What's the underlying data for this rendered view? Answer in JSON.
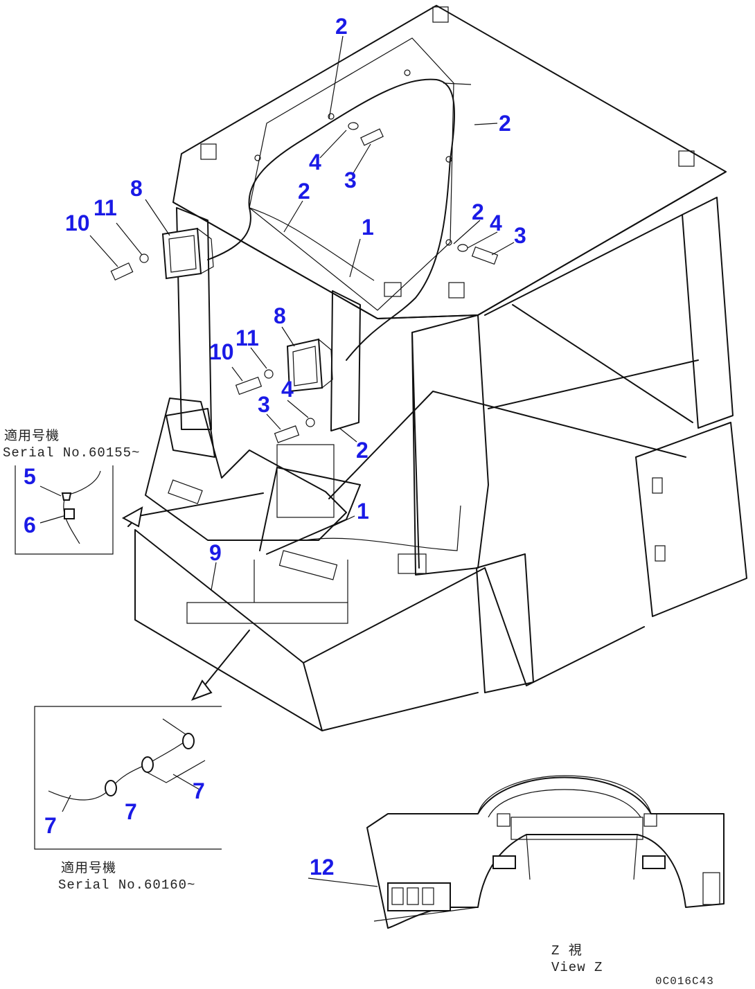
{
  "callouts": {
    "c2a": "2",
    "c2b": "2",
    "c4a": "4",
    "c3a": "3",
    "c2c": "2",
    "c8a": "8",
    "c11a": "11",
    "c10a": "10",
    "c1a": "1",
    "c2d": "2",
    "c4b": "4",
    "c3b": "3",
    "c8b": "8",
    "c11b": "11",
    "c10b": "10",
    "c4c": "4",
    "c3c": "3",
    "c2e": "2",
    "c5": "5",
    "c6": "6",
    "c1b": "1",
    "c9": "9",
    "c7a": "7",
    "c7b": "7",
    "c7c": "7",
    "c12": "12"
  },
  "notes": {
    "serial_top_jp": "適用号機",
    "serial_top": "Serial No.60155~",
    "serial_bottom_jp": "適用号機",
    "serial_bottom": "Serial No.60160~",
    "view_jp": "Z 視",
    "view": "View Z",
    "drawing_code": "0C016C43"
  }
}
